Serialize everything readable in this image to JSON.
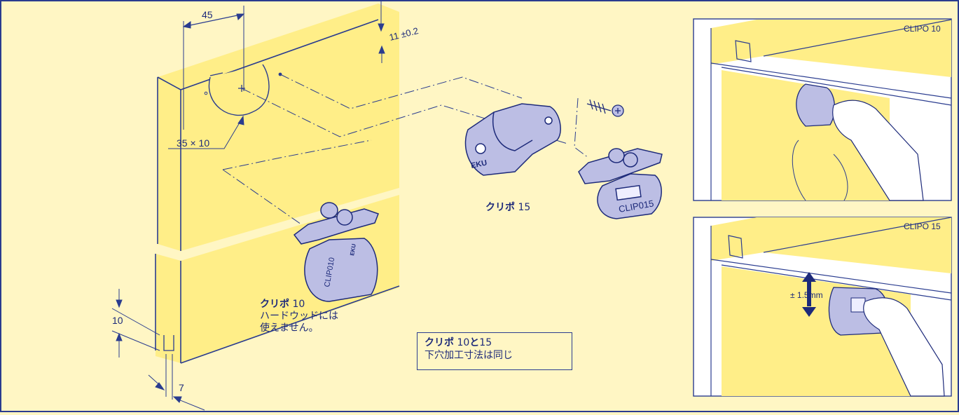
{
  "dimensions": {
    "width_45": "45",
    "offset_11": "11 ±0.2",
    "hole_35x10": "35 × 10",
    "edge_10": "10",
    "edge_7": "7"
  },
  "labels": {
    "clip15_name": "クリポ",
    "clip15_num": "15",
    "clip10_name": "クリポ",
    "clip10_num": "10",
    "clip10_note_line1": "ハードウッドには",
    "clip10_note_line2": "使えません。",
    "box_name": "クリポ",
    "box_num": "10",
    "box_and": "と",
    "box_num2": "15",
    "box_line2": "下穴加工寸法は同じ"
  },
  "panels": {
    "top_title": "CLIPO 10",
    "bottom_title": "CLIPO 15",
    "adjust": "± 1.5mm"
  },
  "part_marks": {
    "clip15_stamp": "CLIP015",
    "clip10_stamp": "CLIP010",
    "brand": "EKU"
  },
  "colors": {
    "page_bg": "#FFF6C4",
    "panel_yellow": "#FFEE88",
    "ink": "#1d2a7a",
    "part_fill": "#BCBEE4"
  }
}
